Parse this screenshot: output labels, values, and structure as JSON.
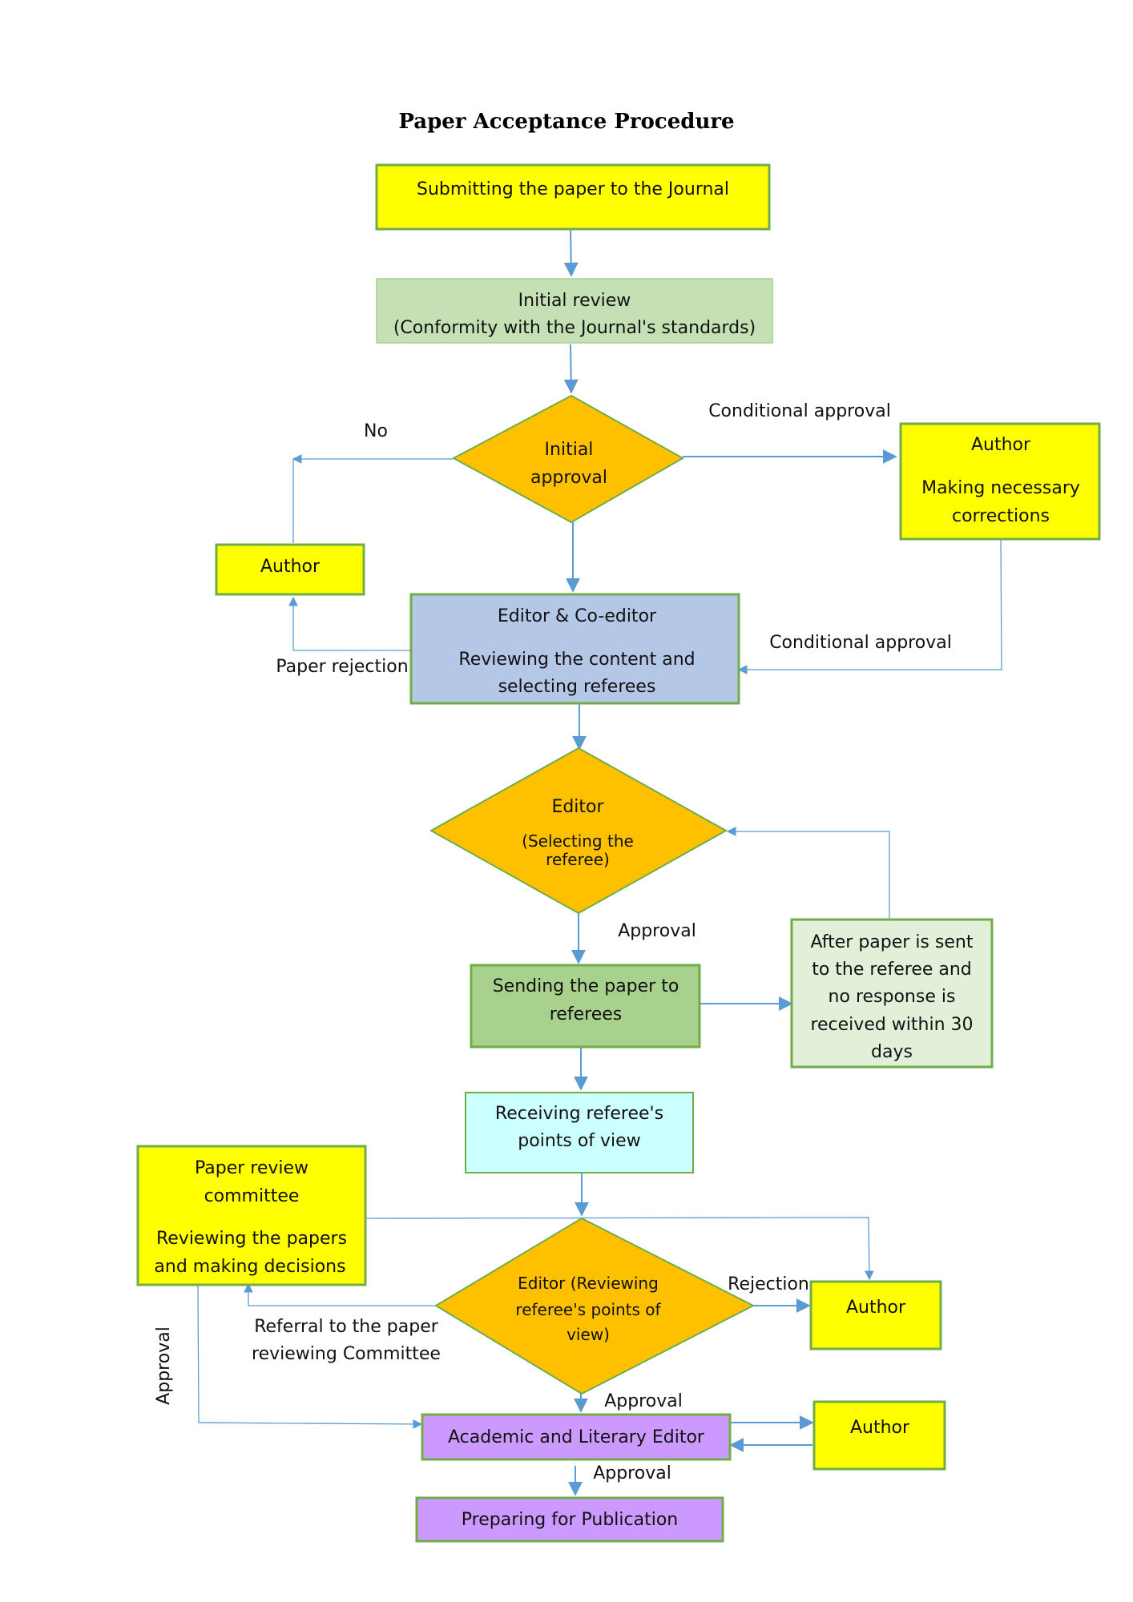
{
  "title": "Paper Acceptance Procedure",
  "colors": {
    "yellow": "#ffff00",
    "yellow_border": "#70ad47",
    "light_green": "#c5e0b4",
    "orange": "#ffc000",
    "blue": "#b4c7e7",
    "green": "#a9d18e",
    "pale_green": "#e2f0d9",
    "cyan": "#ccffff",
    "purple": "#cc99ff",
    "connector": "#5b9bd5"
  },
  "nodes": {
    "submit": {
      "lines": [
        "Submitting the paper to the Journal"
      ]
    },
    "initial_review": {
      "lines": [
        "Initial review",
        "(Conformity with the Journal's standards)"
      ]
    },
    "initial_approval": {
      "lines": [
        "Initial",
        "approval"
      ]
    },
    "author_corrections": {
      "lines": [
        "Author",
        "Making necessary",
        "corrections"
      ]
    },
    "author_left": {
      "lines": [
        "Author"
      ]
    },
    "editor_coeditor": {
      "lines": [
        "Editor & Co-editor",
        "Reviewing the content and",
        "selecting referees"
      ]
    },
    "editor_select": {
      "lines": [
        "Editor",
        "(Selecting the",
        "referee)"
      ]
    },
    "no_response": {
      "lines": [
        "After paper is sent",
        "to the referee and",
        "no response is",
        "received within 30",
        "days"
      ]
    },
    "sending": {
      "lines": [
        "Sending the paper to",
        "referees"
      ]
    },
    "receiving": {
      "lines": [
        "Receiving referee's",
        "points of view"
      ]
    },
    "committee": {
      "lines": [
        "Paper review",
        "committee",
        "Reviewing the papers",
        "and making decisions"
      ]
    },
    "editor_review": {
      "lines": [
        "Editor (Reviewing",
        "referee's points of",
        "view)"
      ]
    },
    "author_rejection": {
      "lines": [
        "Author"
      ]
    },
    "academic_editor": {
      "lines": [
        "Academic and Literary Editor"
      ]
    },
    "author_bottom": {
      "lines": [
        "Author"
      ]
    },
    "publication": {
      "lines": [
        "Preparing for Publication"
      ]
    }
  },
  "edges": {
    "no": "No",
    "conditional_approval_top": "Conditional approval",
    "conditional_approval_mid": "Conditional approval",
    "paper_rejection": "Paper rejection",
    "approval_referee": "Approval",
    "rejection": "Rejection",
    "referral_lines": [
      "Referral to the paper",
      "reviewing Committee"
    ],
    "approval_vertical": "Approval",
    "approval_academic": "Approval",
    "approval_publication": "Approval"
  }
}
